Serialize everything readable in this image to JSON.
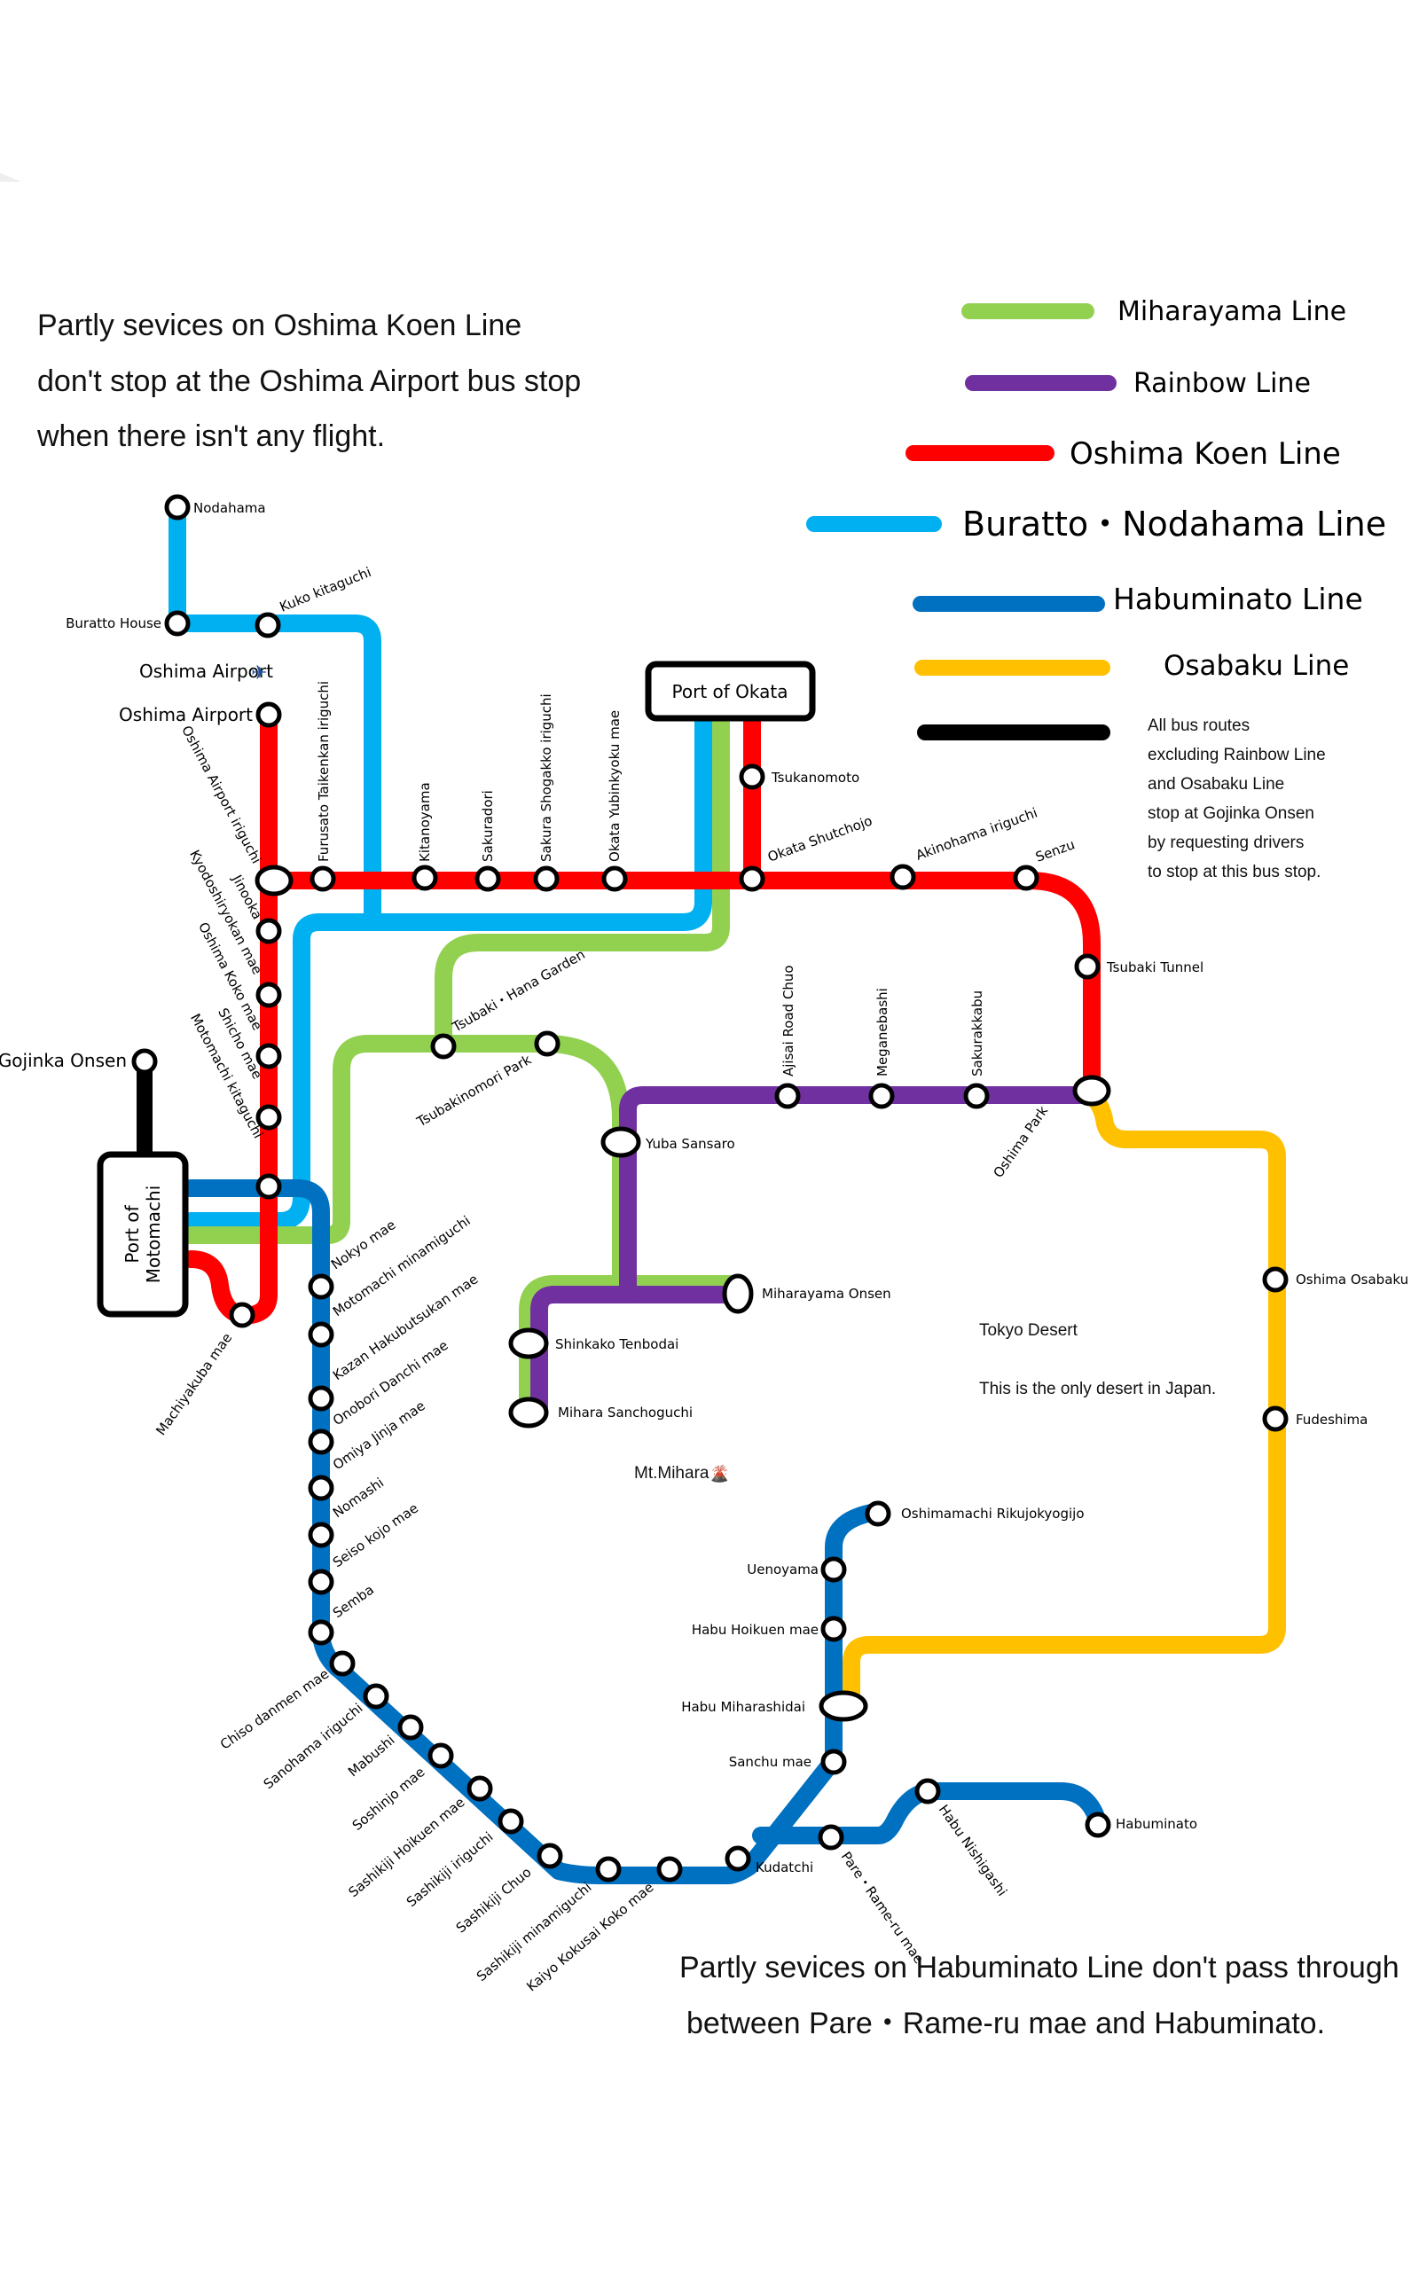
{
  "colors": {
    "miharayama": "#92d050",
    "rainbow": "#7030a0",
    "oshima_koen": "#ff0000",
    "buratto_nodahama": "#00b0f0",
    "habuminato": "#0070c0",
    "osabaku": "#ffc000",
    "all_routes": "#000000"
  },
  "notes": {
    "top_left": [
      "Partly sevices on Oshima Koen Line",
      "don't stop at the Oshima Airport bus stop",
      "when there isn't any flight."
    ],
    "bottom_right": [
      "Partly sevices on Habuminato Line don't pass through",
      "between Pare・Rame-ru mae and Habuminato."
    ]
  },
  "legend": [
    {
      "key": "miharayama",
      "label": "Miharayama Line"
    },
    {
      "key": "rainbow",
      "label": "Rainbow Line"
    },
    {
      "key": "oshima_koen",
      "label": "Oshima Koen Line"
    },
    {
      "key": "buratto_nodahama",
      "label": "Buratto・Nodahama Line"
    },
    {
      "key": "habuminato",
      "label": "Habuminato Line"
    },
    {
      "key": "osabaku",
      "label": "Osabaku Line"
    },
    {
      "key": "all_routes",
      "label": [
        "All bus routes",
        "excluding Rainbow Line",
        "and Osabaku Line",
        "stop at Gojinka Onsen",
        "by requesting drivers",
        "to stop at this bus stop."
      ]
    }
  ],
  "ports": {
    "okata": "Port of Okata",
    "motomachi": [
      "Port of",
      "Motomachi"
    ]
  },
  "landmarks": {
    "airport": "Oshima Airport",
    "airport_icon": "✈",
    "mt_mihara": "Mt.Mihara",
    "volcano_icon": "🌋",
    "desert_title": "Tokyo Desert",
    "desert_note": "This is the only desert in Japan."
  },
  "stations": {
    "nodahama": "Nodahama",
    "buratto_house": "Buratto House",
    "kuko_kitaguchi": "Kuko kitaguchi",
    "oshima_airport": "Oshima Airport",
    "oshima_airport_iriguchi": "Oshima Airport iriguchi",
    "furusato": "Furusato Taikenkan iriguchi",
    "kitanoyama": "Kitanoyama",
    "sakuradori": "Sakuradori",
    "sakura_shogakko": "Sakura Shogakko iriguchi",
    "okata_yubinkyoku": "Okata Yubinkyoku mae",
    "tsukanomoto": "Tsukanomoto",
    "okata_shutchojo": "Okata Shutchojo",
    "akinohama": "Akinohama iriguchi",
    "senzu": "Senzu",
    "tsubaki_tunnel": "Tsubaki Tunnel",
    "oshima_park": "Oshima Park",
    "jinooka": "Jinooka",
    "kyodoshiryokan": "Kyodoshiryokan mae",
    "oshima_koko": "Oshima Koko mae",
    "shicho": "Shicho mae",
    "motomachi_kitaguchi": "Motomachi kitaguchi",
    "machiyakuba": "Machiyakuba mae",
    "gojinka_onsen": "Gojinka Onsen",
    "tsubaki_hana": "Tsubaki・Hana Garden",
    "tsubakinomori": "Tsubakinomori Park",
    "yuba_sansaro": "Yuba Sansaro",
    "ajisai": "Ajisai Road Chuo",
    "meganebashi": "Meganebashi",
    "sakurakkabu": "Sakurakkabu",
    "miharayama_onsen": "Miharayama Onsen",
    "shinkako": "Shinkako Tenbodai",
    "mihara_sanchoguchi": "Mihara Sanchoguchi",
    "oshima_osabaku": "Oshima Osabaku",
    "fudeshima": "Fudeshima",
    "nokyo": "Nokyo mae",
    "motomachi_minamiguchi": "Motomachi minamiguchi",
    "kazan": "Kazan Hakubutsukan mae",
    "onobori": "Onobori Danchi mae",
    "omiya": "Omiya Jinja mae",
    "nomashi": "Nomashi",
    "seiso": "Seiso kojo mae",
    "semba": "Semba",
    "chiso": "Chiso danmen mae",
    "sanohama": "Sanohama iriguchi",
    "mabushi": "Mabushi",
    "soshinjo": "Soshinjo mae",
    "sashikiji_hoikuen": "Sashikiji Hoikuen mae",
    "sashikiji_iriguchi": "Sashikiji iriguchi",
    "sashikiji_chuo": "Sashikiji Chuo",
    "sashikiji_minamiguchi": "Sashikiji minamiguchi",
    "kaiyo": "Kaiyo Kokusai Koko mae",
    "kudatchi": "Kudatchi",
    "pare": "Pare・Rame-ru mae",
    "habu_nishigashi": "Habu Nishigashi",
    "habuminato": "Habuminato",
    "sanchu": "Sanchu mae",
    "habu_miharashidai": "Habu Miharashidai",
    "habu_hoikuen": "Habu Hoikuen mae",
    "uenoyama": "Uenoyama",
    "oshimamachi_riku": "Oshimamachi Rikujokyogijo"
  }
}
